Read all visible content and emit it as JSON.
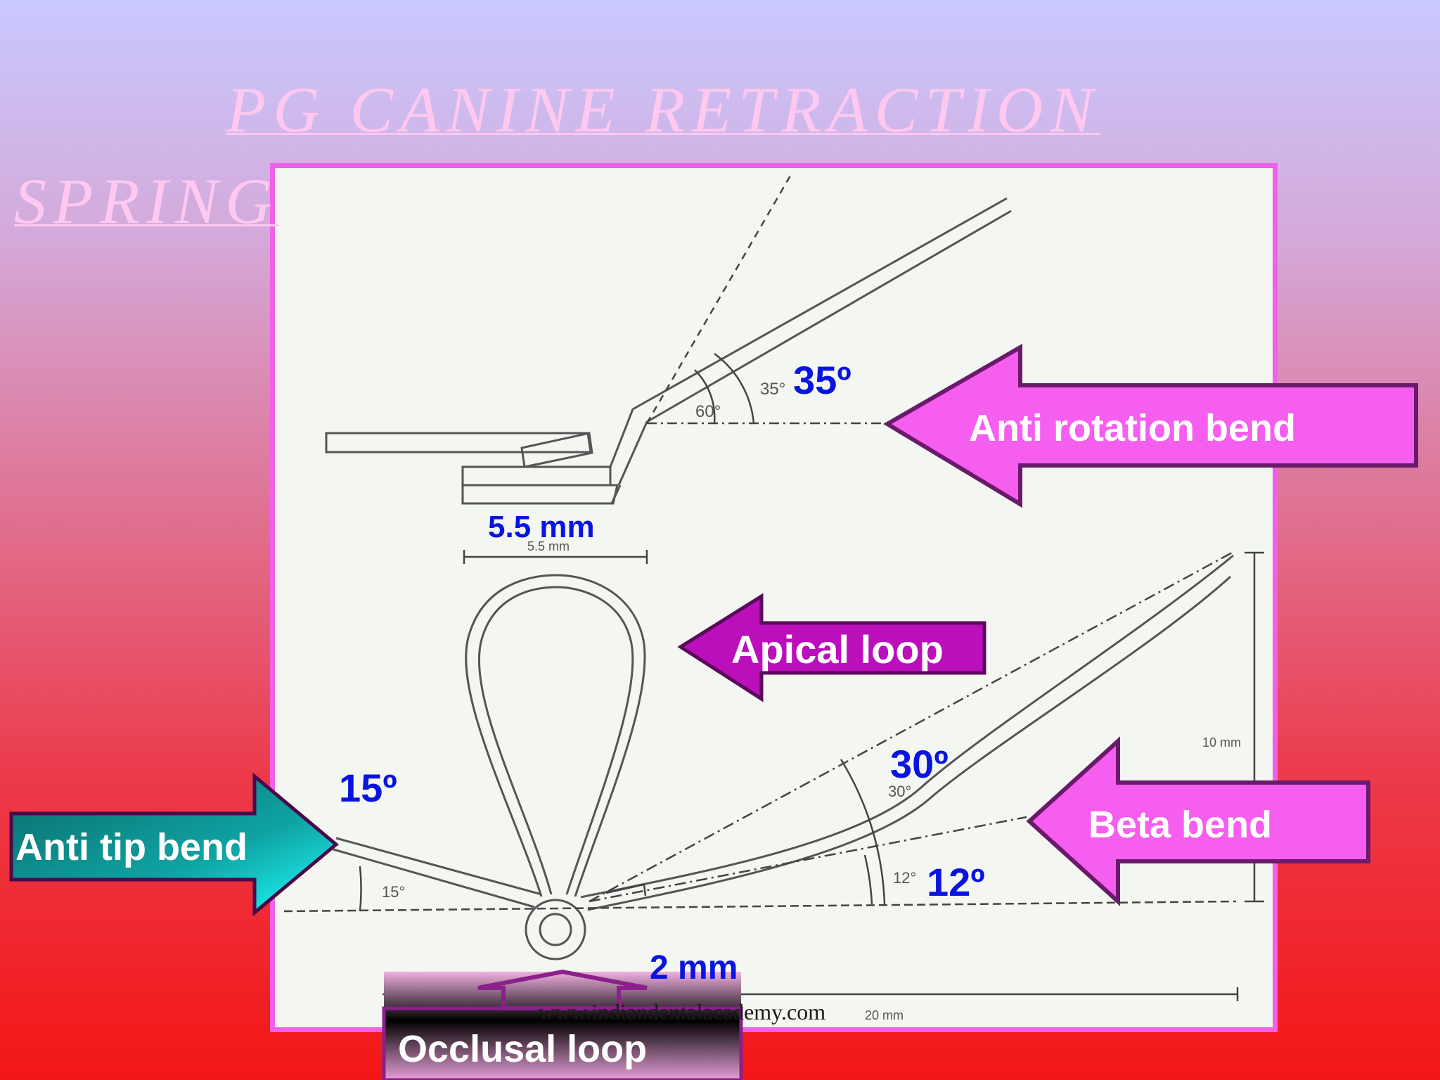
{
  "slide": {
    "title_line1": "PG  CANINE  RETRACTION",
    "title_line2": "SPRING",
    "watermark": "www.indiandentalacademy.com"
  },
  "callouts": {
    "anti_rotation": "Anti rotation bend",
    "apical_loop": "Apical loop",
    "beta_bend": "Beta bend",
    "anti_tip": "Anti tip bend",
    "occlusal_loop": "Occlusal loop"
  },
  "annotations": {
    "deg_35": "35º",
    "deg_30": "30º",
    "deg_15": "15º",
    "deg_12": "12º",
    "width_55": "5.5 mm",
    "width_2": "2 mm"
  },
  "figure_labels": {
    "a35": "35°",
    "a60": "60°",
    "a30": "30°",
    "a12": "12°",
    "a15": "15°",
    "w55": "5.5 mm",
    "h10": "10 mm",
    "l20": "20 mm"
  },
  "colors": {
    "callout_pink": "#f65ef0",
    "callout_purple": "#bb0fbb",
    "callout_teal": "#10a8a8",
    "degree_blue": "#0a14e0",
    "panel_border": "#f060e8"
  }
}
